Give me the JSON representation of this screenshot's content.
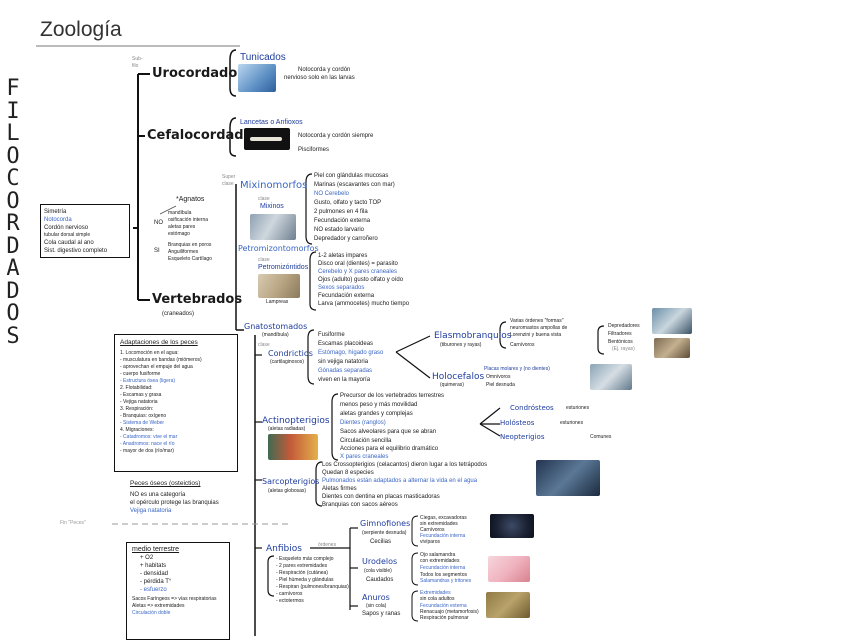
{
  "title": "Zoología",
  "side_label": "FILO CORDADOS",
  "characteristics": [
    "Simetría",
    "Notocorda",
    "Cordón nervioso",
    "tubular dorsal simple",
    "Cola caudal al ano",
    "Sist. digestivo completo"
  ],
  "subfilo_label": "Sub-filo",
  "urocordados": {
    "name": "Urocordados",
    "class": "Tunicados",
    "notes": [
      "Notocorda y cordón",
      "nervioso solo en las larvas"
    ]
  },
  "cefalocordados": {
    "name": "Cefalocordados",
    "class": "Lancetas o Anfioxos",
    "notes": [
      "Notocorda y cordón siempre",
      "Pisciformes"
    ]
  },
  "vertebrados": {
    "name": "Vertebrados",
    "sub": "(craneados)",
    "agnatos": "*Agnatos",
    "no_list": [
      "mandíbula",
      "osificación interna",
      "aletas pares",
      "estómago"
    ],
    "si_list": [
      "Branquias en poros",
      "Anguiliformes",
      "Esqueleto Cartílago"
    ],
    "no_label": "NO",
    "si_label": "SI",
    "superclase": "Super clase",
    "clase": "clase"
  },
  "mixinomorfos": {
    "name": "Mixinomorfos",
    "clase": "Mixinos",
    "notes": [
      "Piel con glándulas mucosas",
      "Marinas (escavantes con mar)",
      "NO Cerebelo",
      "Gusto, olfato y tacto TOP",
      "2 pulmones en 4 fila",
      "Fecundación externa",
      "NO estado larvario",
      "Depredador y carroñero"
    ]
  },
  "petromizontomorfos": {
    "name": "Petromizontomorfos",
    "clase": "Petromizóntidos",
    "caption": "Lampreas",
    "notes": [
      "1-2 aletas impares",
      "Disco oral (dientes) = parasito",
      "Cerebelo y X pares craneales",
      "Ojos (adulto) gusto olfato y oído",
      "Sexos separados",
      "Fecundación externa",
      "Larva (ammocetes) mucho tiempo"
    ]
  },
  "gnatostomados": {
    "name": "Gnatostomados",
    "sub": "(mandíbula)"
  },
  "condrictios": {
    "name": "Condrictios",
    "sub": "(cartilaginosos)",
    "clase": "clase",
    "notes": [
      "Fusiforme",
      "Escamas placoideas",
      "Estómago, hígado graso",
      "sin vejiga natatoria",
      "Gónadas separadas",
      "viven en la mayoría"
    ]
  },
  "elasmobranquios": {
    "name": "Elasmobranquios",
    "sub": "(tiburones y rayas)",
    "notes": [
      "Varias órdenes \"formas\"",
      "neuromastos ampollas de",
      "Lorenzini y buena vista",
      "Carnívoros"
    ],
    "extra": [
      "Depredadores",
      "Filtradores",
      "Bentónicos",
      "(Ej. rayas)"
    ]
  },
  "holocefalos": {
    "name": "Holocefalos",
    "sub": "(quimeras)",
    "notes": [
      "Placas molares y (no dientes)",
      "Omnívoros",
      "Piel desnuda"
    ]
  },
  "actinopterigios": {
    "name": "Actinopterigios",
    "sub": "(aletas radiadas)",
    "notes": [
      "Precursor de los vertebrados terrestres",
      "menos peso y más movilidad",
      "aletas grandes y complejas",
      "Dientes (ranglos)",
      "Sacos alveolares para que se abran",
      "Circulación sencilla",
      "Acciones para el equilibrio dramático",
      "X pares craneales"
    ],
    "orders": [
      "Condrósteos",
      "Holósteos",
      "Neopterigios"
    ],
    "order_notes": [
      "esturiones",
      "esturiones",
      "Comunes"
    ]
  },
  "sarcopterigios": {
    "name": "Sarcopterigios",
    "sub": "(aletas globosas)",
    "notes": [
      "Los Crossopterigios (celacantos) dieron lugar a los tetrápodos",
      "Quedan 8 especies",
      "Pulmonados están adaptados a alternar la vida en el agua",
      "Aletas firmes",
      "Dientes con dentina en placas masticadoras",
      "Branquias con sacos aéreos"
    ]
  },
  "adaptaciones": {
    "title": "Adaptaciones de los peces",
    "items": [
      "1. Locomoción en el agua:",
      "- musculatura en bandas (miómeros)",
      "- aprovechan el empuje del agua",
      "- cuerpo fusiforme",
      "- Estructura ósea (ligera)",
      "2. Flotabilidad:",
      "- Escamas y grasa",
      "- Vejiga natatoria",
      "3. Respiración:",
      "- Branquias: oxígeno",
      "- Sistema de Weber",
      "4. Migraciones:",
      "- Catadromos: vive el mar",
      "- Anadromos: nace el río",
      "- mayor de dos (río/mar)"
    ]
  },
  "peces_oseos": {
    "title": "Peces óseos (osteictios)",
    "items": [
      "NO es una categoría",
      "el opérculo protege las branquias",
      "Vejiga natatoria"
    ]
  },
  "fin_peces": "Fin \"Peces\"",
  "medio_terrestre": {
    "title": "medio terrestre",
    "items": [
      "+ O2",
      "+ habitats",
      "- densidad",
      "- pérdida T°",
      "- esfuerzo",
      "Sacos Faríngeos => vías respiratorias",
      "Aletas => extremidades",
      "Circulación doble"
    ]
  },
  "anfibios": {
    "name": "Anfibios",
    "ordenes": "órdenes",
    "notes": [
      "- Esqueleto más complejo",
      "- 2 pares extremidades",
      "- Respiración (cutánea)",
      "- Piel húmeda y glándulas",
      "- Respiran (pulmones/branquias)",
      "- carnívoros",
      "- ectotermos"
    ],
    "orders": [
      {
        "name": "Gimnofiones",
        "sub": "(serpiente desnuda)",
        "alt": "Cecilias",
        "notes": [
          "Ciegas, excavadoras",
          "sin extremidades",
          "Carnívoros",
          "Fecundación interna",
          "vivíparos"
        ]
      },
      {
        "name": "Urodelos",
        "sub": "(cola visible)",
        "alt": "Caudados",
        "notes": [
          "Ojo salamandra",
          "con extremidades",
          "Fecundación interna",
          "Todos los segmentos",
          "Salamandras y tritones"
        ]
      },
      {
        "name": "Anuros",
        "sub": "(sin cola)",
        "alt": "Sapos y ranas",
        "notes": [
          "Extremidades",
          "sin cola adultos",
          "Fecundación externa",
          "Renacuajo (metamorfosis)",
          "Respiración pulmonar"
        ]
      }
    ]
  },
  "colors": {
    "blue": "#1f3d9e",
    "light_blue": "#3a66c4",
    "ink": "#1a1a1a",
    "gray": "#888888"
  }
}
